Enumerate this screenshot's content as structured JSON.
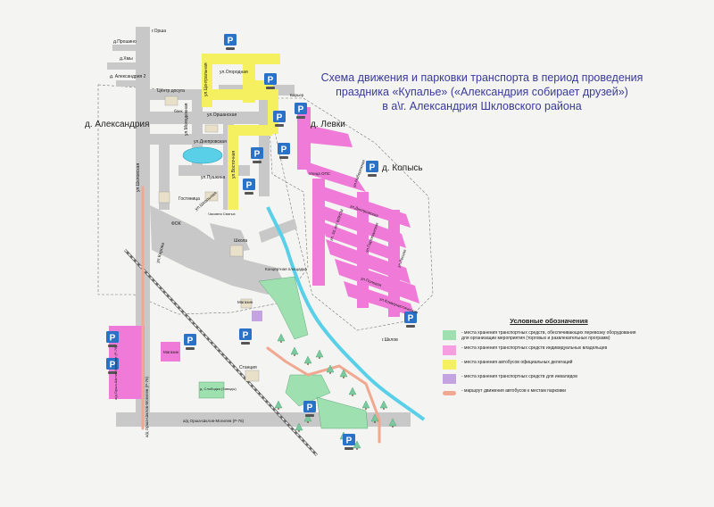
{
  "title": {
    "line1": "Схема движения и парковки транспорта в период проведения",
    "line2": "праздника «Купалье» («Александрия собирает друзей»)",
    "line3": "в а\\г. Александрия Шкловского района"
  },
  "places": {
    "alexandria": "д. Александрия",
    "levki": "д. Левки",
    "kopys": "д. Копысь"
  },
  "directions": {
    "orsha": "г.Орша",
    "shklov": "г.Шклов"
  },
  "streets": {
    "proshino": "д.Прошино",
    "khmy": "д.Хмы",
    "alexandria2": "д. Александрия 2",
    "ogorodnaya": "ул.Огородная",
    "tsentralnaya": "ул.Центральная",
    "orshanskaya": "ул.Оршанская",
    "molodezhnaya": "ул.Молодежная",
    "dneprovskaya": "ул.Днепровская",
    "vostochnaya": "ул.Восточная",
    "pushkina": "ул.Пушкина",
    "shkolnaya": "ул.Школьная",
    "kirova": "ул.Кирова",
    "shklovskaya": "ул.Шкловская",
    "road_r76_v": "а/д Орша-Шклов-Могилев (Р-76)",
    "road_r76_h": "а/д Орша-Шклов-Могилев (Р-76)",
    "road_r76_left": "а/д Орша-Шклов-Могилев (Р-76)",
    "p_naberezhnaya": "ул.Набережная",
    "p_dneprovskaya": "ул.Днепровская",
    "p_50let": "ул. 50 лет ВЛКСМ",
    "p_partizanskaya": "ул.Партизанская",
    "p_polevaya": "ул.Полевая",
    "p_lesnaya": "ул.Лесная",
    "p_kommunisticheskaya": "ул.Коммунистическая",
    "opc": "Улица ОПС"
  },
  "buildings": {
    "center": "Центр досуга",
    "bank": "банк",
    "hotel": "Гостиница",
    "fok": "ФОК",
    "chapel": "Часовня Святых",
    "school": "Школа",
    "concert": "Концертная площадка",
    "magazin": "Магазин",
    "shop_center": "Магазин",
    "station": "Станция",
    "slobodka": "д. Слободка (Заводы)",
    "barrier": "Барьер"
  },
  "parking_label": "P",
  "legend": {
    "heading": "Условные обозначения",
    "items": [
      {
        "color": "#9ee0b0",
        "text": "- места хранения транспортных средств, обеспечивающих перевозку оборудования для организации мероприятия (торговых и развлекательных программ)"
      },
      {
        "color": "#f59ee0",
        "text": "- места хранения транспортных средств индивидуальных владельцев"
      },
      {
        "color": "#f5f060",
        "text": "- места хранения автобусов официальных делегаций"
      },
      {
        "color": "#c4a4e0",
        "text": "- места хранения транспортных средств для инвалидов"
      },
      {
        "color": "#f0a890",
        "line": true,
        "text": "- маршрут движения автобусов к местам парковки"
      }
    ]
  },
  "colors": {
    "road": "#c8c8c8",
    "pink": "#f07ad8",
    "yellow": "#f5f060",
    "green": "#9ee0b0",
    "purple": "#c4a4e0",
    "route": "#f0a890",
    "water": "#5ad0e8",
    "parking": "#2a72c8",
    "title": "#3a3a9a"
  }
}
